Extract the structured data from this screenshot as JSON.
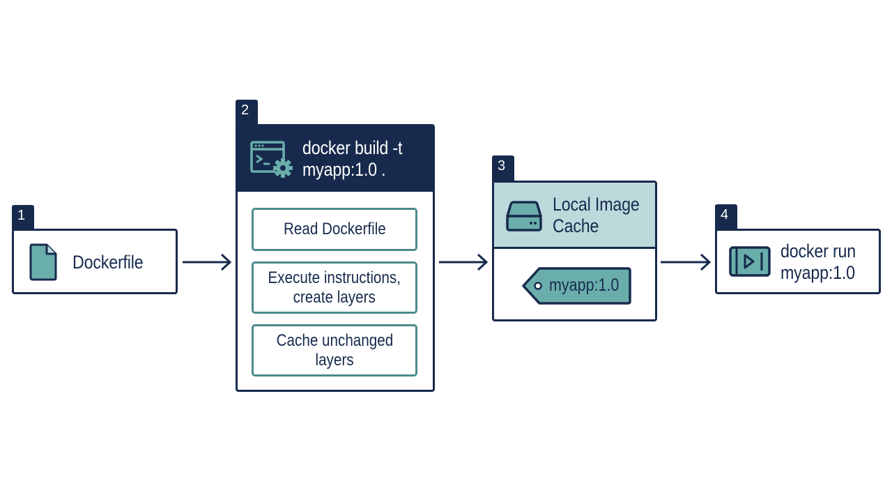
{
  "colors": {
    "navy": "#172a4d",
    "teal": "#6aaeab",
    "teal_border": "#4c8a8d",
    "light_teal": "#bcd9dc",
    "white": "#ffffff"
  },
  "steps": [
    {
      "number": "1",
      "title": "Dockerfile",
      "icon": "file-icon"
    },
    {
      "number": "2",
      "title_line1": "docker build -t",
      "title_line2": "myapp:1.0 .",
      "icon": "terminal-gear-icon",
      "substeps": [
        {
          "line1": "Read Dockerfile"
        },
        {
          "line1": "Execute instructions,",
          "line2": "create layers"
        },
        {
          "line1": "Cache unchanged",
          "line2": "layers"
        }
      ]
    },
    {
      "number": "3",
      "title_line1": "Local Image",
      "title_line2": "Cache",
      "icon": "hard-drive-icon",
      "tag": {
        "label": "myapp:1.0",
        "icon": "tag-icon"
      }
    },
    {
      "number": "4",
      "title_line1": "docker run",
      "title_line2": "myapp:1.0",
      "icon": "play-container-icon"
    }
  ],
  "arrows": [
    {
      "from": "1",
      "to": "2"
    },
    {
      "from": "2",
      "to": "3"
    },
    {
      "from": "3",
      "to": "4"
    }
  ]
}
